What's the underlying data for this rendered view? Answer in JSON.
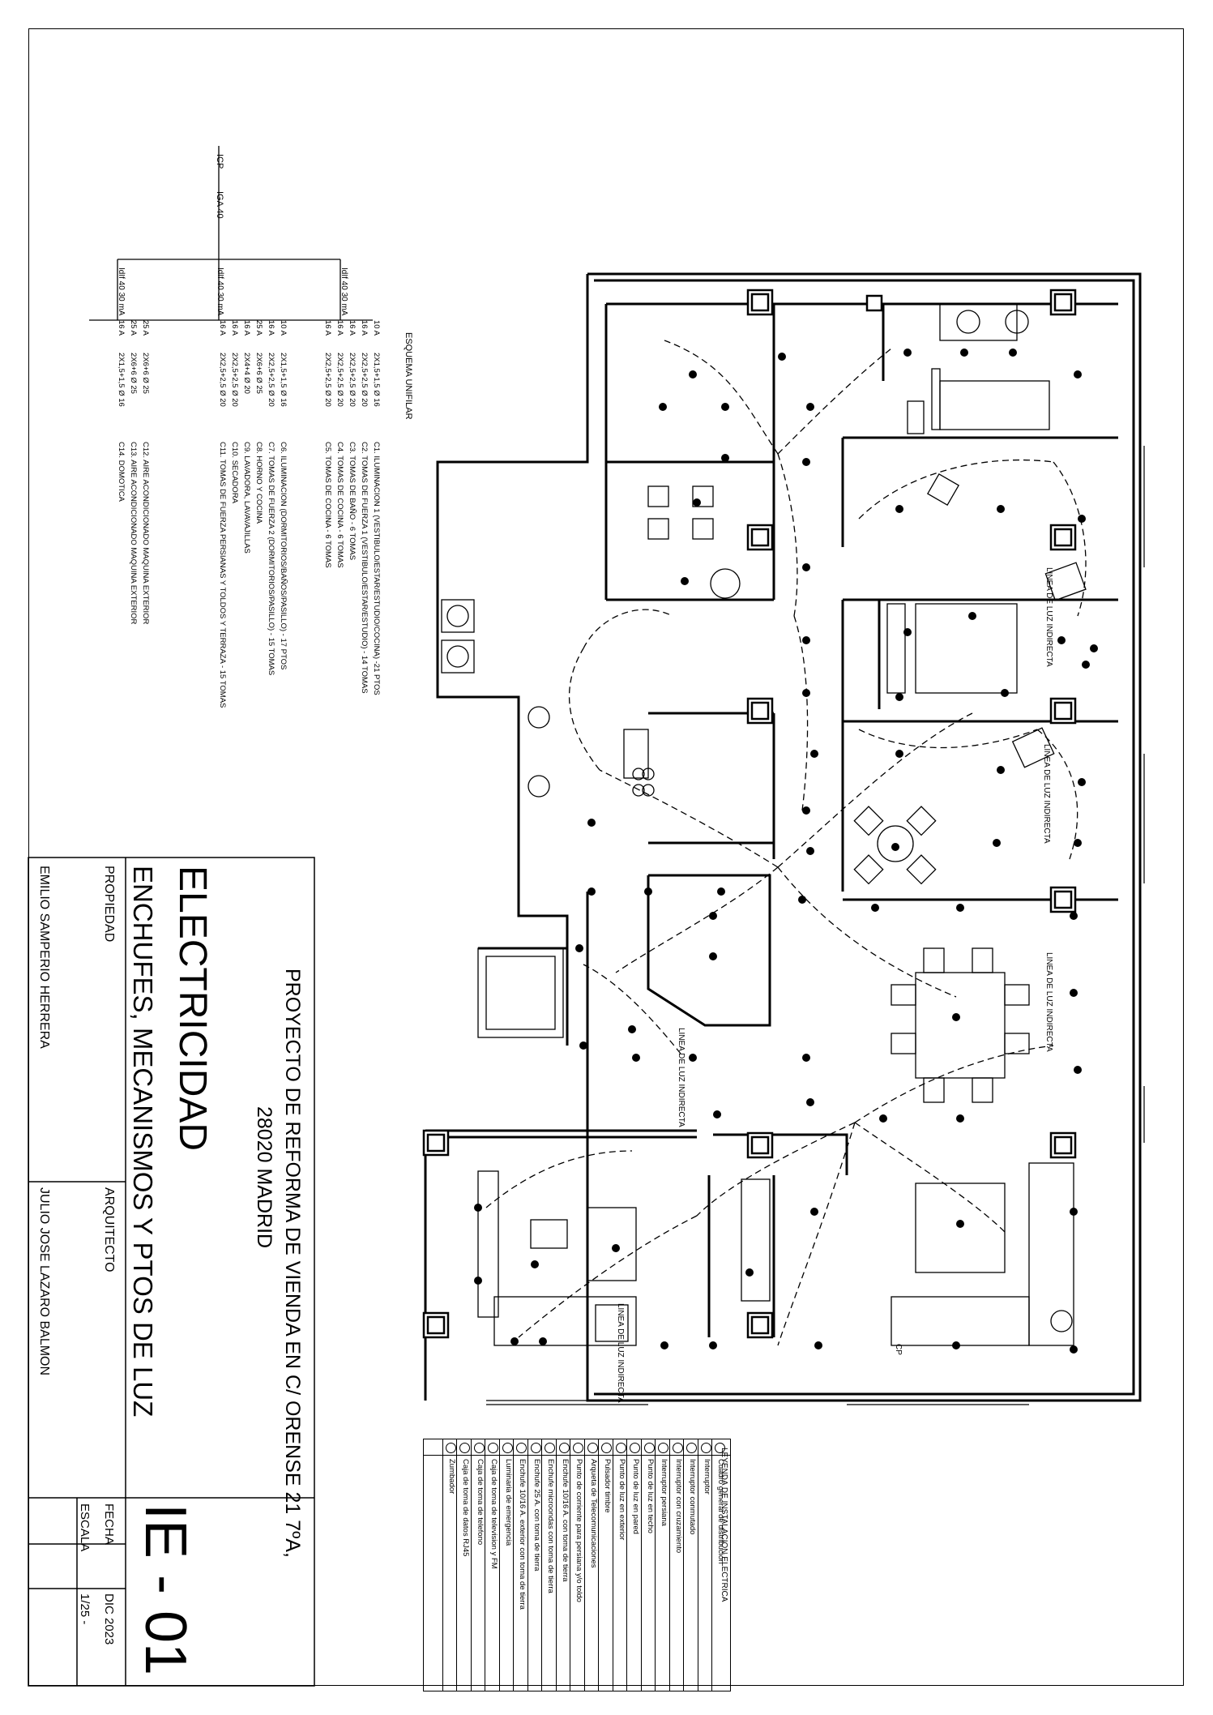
{
  "title_block": {
    "project_line1": "PROYECTO DE REFORMA DE VIENDA EN C/ ORENSE 21 7ºA,",
    "project_line2": "28020 MADRID",
    "drawing_title": "ELECTRICIDAD",
    "drawing_subtitle": "ENCHUFES, MECANISMOS Y PTOS DE LUZ",
    "owner_label": "PROPIEDAD",
    "architect_label": "ARQUITECTO",
    "owner_name": "EMILIO SAMPERIO HERRERA",
    "architect_name": "JULIO JOSE LAZARO BALMON",
    "sheet_number": "IE - 01",
    "date_label": "FECHA",
    "date_value": "DIC 2023",
    "scale_label": "ESCALA",
    "scale_value": "1/25 -"
  },
  "single_line_diagram": {
    "title": "ESQUEMA UNIFILAR",
    "main_breaker": "ICP",
    "general_switch": "IGA 40",
    "differentials": [
      "IdIf 40 30 mA",
      "IdIf 40 30 mA",
      "IdIf 40 30 mA"
    ],
    "circuits": [
      {
        "breaker": "10 A",
        "cable": "2X1,5+1,5 Ø 16",
        "label": "C1. ILUMINACION 1 (VESTIBULO/ESTAR/ESTUDIO/COCINA) -21 PTOS"
      },
      {
        "breaker": "16 A",
        "cable": "2X2,5+2,5 Ø 20",
        "label": "C2. TOMAS DE FUERZA 1 (VESTIBULO/ESTAR/ESTUDIO) - 14 TOMAS"
      },
      {
        "breaker": "16 A",
        "cable": "2X2,5+2,5 Ø 20",
        "label": "C3. TOMAS DE BAÑO - 6 TOMAS"
      },
      {
        "breaker": "16 A",
        "cable": "2X2,5+2,5 Ø 20",
        "label": "C4. TOMAS DE COCINA - 6 TOMAS"
      },
      {
        "breaker": "16 A",
        "cable": "2X2,5+2,5 Ø 20",
        "label": "C5. TOMAS DE COCINA - 6 TOMAS"
      },
      {
        "breaker": "10 A",
        "cable": "2X1,5+1,5 Ø 16",
        "label": "C6. ILUMINACION (DORMITORIOS/BAÑOS/PASILLO) - 17 PTOS"
      },
      {
        "breaker": "16 A",
        "cable": "2X2,5+2,5 Ø 20",
        "label": "C7. TOMAS DE FUERZA 2 (DORMITORIOS/PASILLO) - 15 TOMAS"
      },
      {
        "breaker": "25 A",
        "cable": "2X6+6 Ø 25",
        "label": "C8. HORNO Y COCINA"
      },
      {
        "breaker": "16 A",
        "cable": "2X4+4 Ø 20",
        "label": "C9. LAVADORA, LAVAVAJILLAS"
      },
      {
        "breaker": "16 A",
        "cable": "2X2,5+2,5 Ø 20",
        "label": "C10. SECADORA"
      },
      {
        "breaker": "16 A",
        "cable": "2X2,5+2,5 Ø 20",
        "label": "C11. TOMAS DE FUERZA PERSIANAS Y TOLDOS Y TERRAZA - 15 TOMAS"
      },
      {
        "breaker": "25 A",
        "cable": "2X6+6 Ø 25",
        "label": "C12. AIRE ACONDICIONADO MAQUINA EXTERIOR"
      },
      {
        "breaker": "25 A",
        "cable": "2X6+6 Ø 25",
        "label": "C13. AIRE ACONDICIONADO MAQUINA EXTERIOR"
      },
      {
        "breaker": "16 A",
        "cable": "2X1,5+1,5 Ø 16",
        "label": "C14. DOMOTICA"
      }
    ]
  },
  "legend": {
    "title": "LEYENDA DE INSTALACION ELECTRICA",
    "items": [
      "Cuadro general de distribución",
      "Interruptor",
      "Interruptor conmutado",
      "Interruptor con cruzamiento",
      "Interruptor persiana",
      "Punto de luz en techo",
      "Punto de luz en pared",
      "Punto de luz en exterior",
      "Pulsador timbre",
      "Arqueta de Telecomunicaciones",
      "Punto de corriente para persiana y/o toldo",
      "Enchufe 10/16 A. con toma de tierra",
      "Enchufe microondas con toma de tierra",
      "Enchufe 25 A. con toma de tierra",
      "Enchufe 10/16 A. exterior con toma de tierra",
      "Luminaria de emergencia",
      "Caja de toma de television y FM",
      "Caja de toma de telefono",
      "Caja de toma de datos RJ45",
      "Zumbador"
    ]
  },
  "plan_annotations": {
    "indirect_light": "LINEA DE LUZ INDIRECTA",
    "cp_label": "CP"
  }
}
